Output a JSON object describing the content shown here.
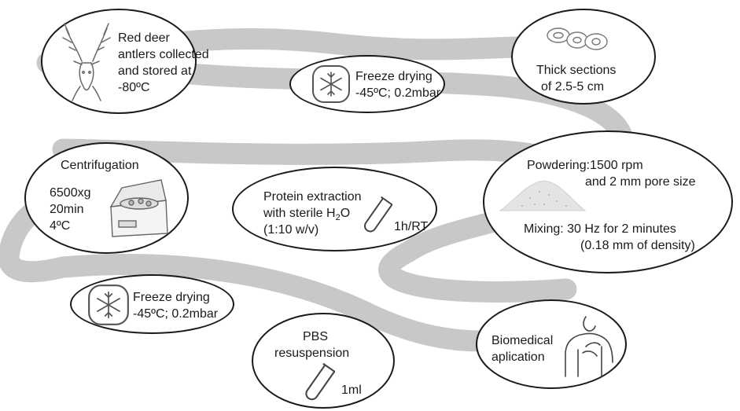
{
  "steps": {
    "antlers": {
      "lines": [
        "Red deer",
        "antlers collected",
        "and stored at",
        "-80ºC"
      ]
    },
    "freeze1": {
      "line1": "Freeze drying",
      "line2": "-45ºC; 0.2mbar"
    },
    "sections": {
      "line1": "Thick sections",
      "line2": "of 2.5-5 cm"
    },
    "centrifugation": {
      "title": "Centrifugation",
      "speed": "6500xg",
      "time": "20min",
      "temp": "4ºC"
    },
    "extraction": {
      "line1": "Protein extraction",
      "line2_prefix": "with sterile H",
      "line2_sub": "2",
      "line2_suffix": "O",
      "line3": "(1:10 w/v)",
      "condition": "1h/RT"
    },
    "powdering": {
      "powder_line1": "Powdering:1500 rpm",
      "powder_line2": "and 2 mm pore size",
      "mixing_line1": "Mixing: 30 Hz for 2 minutes",
      "mixing_line2": "(0.18 mm of density)"
    },
    "freeze2": {
      "line1": "Freeze drying",
      "line2": "-45ºC; 0.2mbar"
    },
    "pbs": {
      "line1": "PBS",
      "line2": "resuspension",
      "volume": "1ml"
    },
    "biomedical": {
      "line1": "Biomedical",
      "line2": "aplication"
    }
  },
  "icons": {
    "deer": "deer-head-icon",
    "snowflake": "snowflake-icon",
    "slices": "antler-slices-icon",
    "centrifuge": "centrifuge-icon",
    "tube": "test-tube-icon",
    "powder": "powder-pile-icon",
    "body": "human-torso-icon"
  },
  "colors": {
    "path": "#c8c8c8",
    "outline": "#1a1a1a"
  }
}
